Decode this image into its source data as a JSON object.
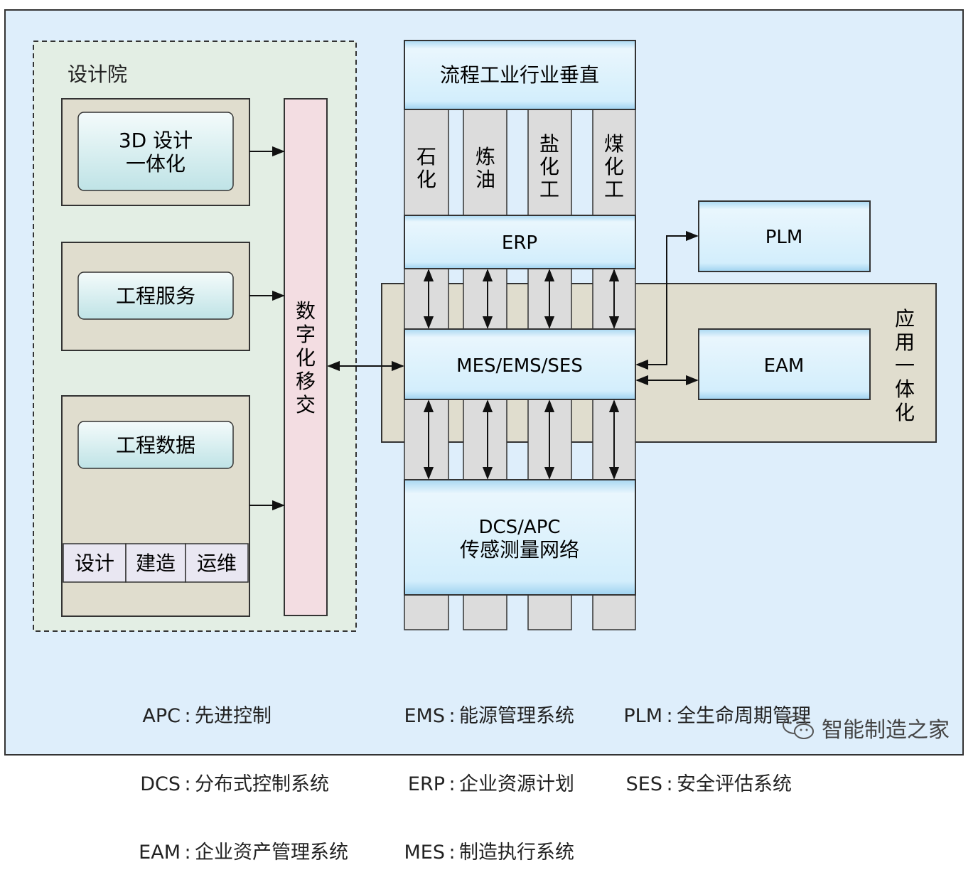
{
  "colors": {
    "page_bg": "#deeefb",
    "green_panel": "#e3eee4",
    "beige": "#e0ddce",
    "blue_box": "#c6e8fb",
    "pink": "#f3dde2",
    "gray_col": "#dcdcdc"
  },
  "design_institute": {
    "title": "设计院",
    "box1": [
      "3D 设计",
      "一体化"
    ],
    "box2": "工程服务",
    "box3": "工程数据",
    "tabs": [
      "设计",
      "建造",
      "运维"
    ],
    "handover": [
      "数",
      "字",
      "化",
      "移",
      "交"
    ]
  },
  "stack": {
    "top": "流程工业行业垂直",
    "industries": [
      [
        "石",
        "化"
      ],
      [
        "炼",
        "油"
      ],
      [
        "盐",
        "化",
        "工"
      ],
      [
        "煤",
        "化",
        "工"
      ]
    ],
    "erp": "ERP",
    "mes": "MES/EMS/SES",
    "dcs": [
      "DCS/APC",
      "传感测量网络"
    ]
  },
  "right": {
    "plm": "PLM",
    "eam": "EAM",
    "integration": [
      "应",
      "用",
      "一",
      "体",
      "化"
    ]
  },
  "legend": {
    "col1": [
      {
        "key": "APC",
        "desc": "先进控制"
      },
      {
        "key": "DCS",
        "desc": "分布式控制系统"
      },
      {
        "key": "EAM",
        "desc": "企业资产管理系统"
      }
    ],
    "col2": [
      {
        "key": "EMS",
        "desc": "能源管理系统"
      },
      {
        "key": "ERP",
        "desc": "企业资源计划"
      },
      {
        "key": "MES",
        "desc": "制造执行系统"
      }
    ],
    "col3": [
      {
        "key": "PLM",
        "desc": "全生命周期管理"
      },
      {
        "key": "SES",
        "desc": "安全评估系统"
      }
    ]
  },
  "watermark": "智能制造之家"
}
